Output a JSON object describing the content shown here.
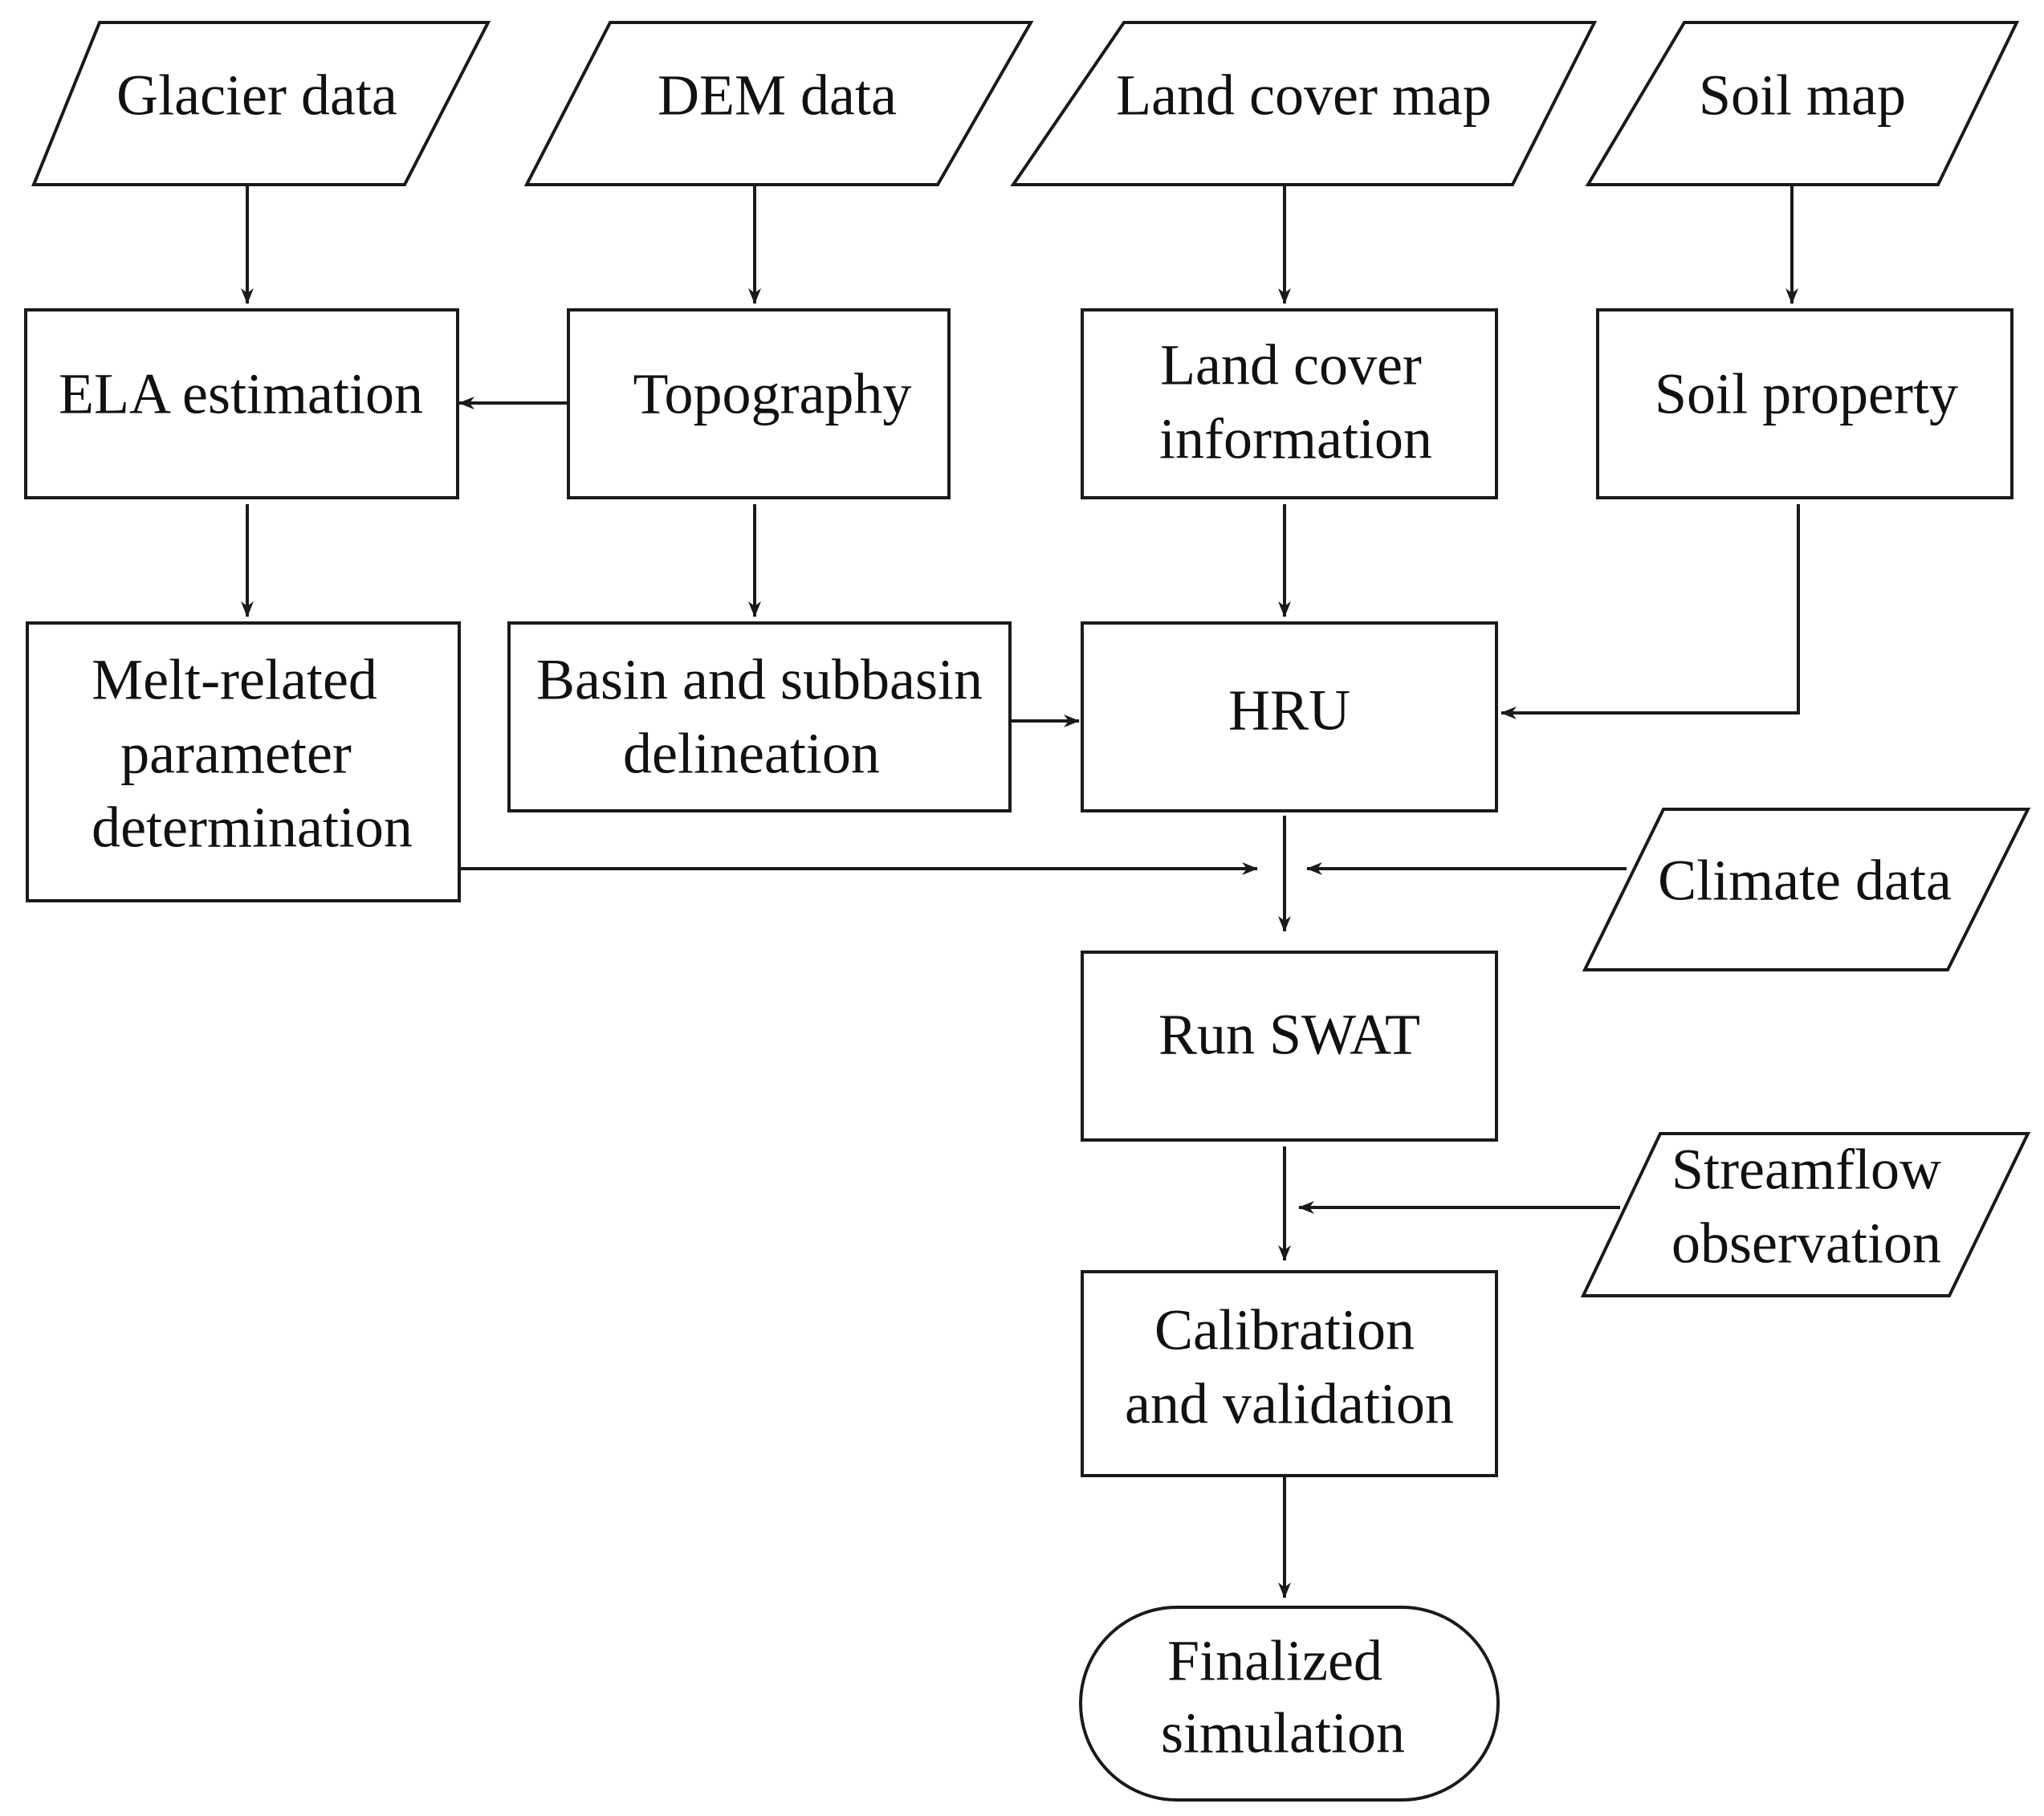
{
  "nodes": {
    "glacier_data": "Glacier data",
    "dem_data": "DEM data",
    "land_cover_map": "Land cover map",
    "soil_map": "Soil map",
    "ela_estimation": "ELA estimation",
    "topography": "Topography",
    "land_cover_info": [
      "Land cover",
      "information"
    ],
    "soil_property": "Soil property",
    "melt_param": [
      "Melt-related",
      "parameter",
      "determination"
    ],
    "basin": [
      "Basin and subbasin",
      "delineation"
    ],
    "hru": "HRU",
    "climate_data": "Climate data",
    "run_swat": "Run SWAT",
    "streamflow_obs": [
      "Streamflow",
      "observation"
    ],
    "calibration": [
      "Calibration",
      "and validation"
    ],
    "finalized": [
      "Finalized",
      "simulation"
    ]
  },
  "edges": [
    {
      "from": "glacier_data",
      "to": "ela_estimation"
    },
    {
      "from": "dem_data",
      "to": "topography"
    },
    {
      "from": "land_cover_map",
      "to": "land_cover_info"
    },
    {
      "from": "soil_map",
      "to": "soil_property"
    },
    {
      "from": "topography",
      "to": "ela_estimation"
    },
    {
      "from": "ela_estimation",
      "to": "melt_param"
    },
    {
      "from": "topography",
      "to": "basin"
    },
    {
      "from": "land_cover_info",
      "to": "hru"
    },
    {
      "from": "soil_property",
      "to": "hru"
    },
    {
      "from": "basin",
      "to": "hru"
    },
    {
      "from": "hru",
      "to": "run_swat"
    },
    {
      "from": "melt_param",
      "to": "run_swat"
    },
    {
      "from": "climate_data",
      "to": "run_swat"
    },
    {
      "from": "run_swat",
      "to": "calibration"
    },
    {
      "from": "streamflow_obs",
      "to": "calibration"
    },
    {
      "from": "calibration",
      "to": "finalized"
    }
  ]
}
